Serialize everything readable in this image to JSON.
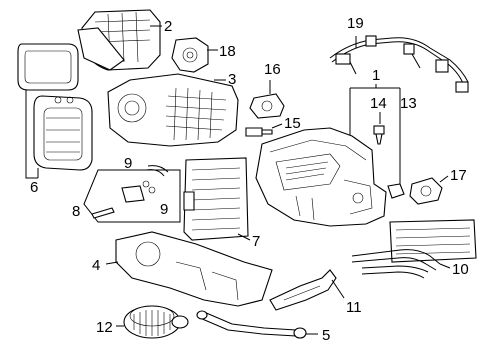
{
  "diagram": {
    "callouts": {
      "c1": "1",
      "c2": "2",
      "c3": "3",
      "c4": "4",
      "c5": "5",
      "c6": "6",
      "c7": "7",
      "c8": "8",
      "c9a": "9",
      "c9b": "9",
      "c10": "10",
      "c11": "11",
      "c12": "12",
      "c13": "13",
      "c14": "14",
      "c15": "15",
      "c16": "16",
      "c17": "17",
      "c18": "18",
      "c19": "19"
    }
  }
}
